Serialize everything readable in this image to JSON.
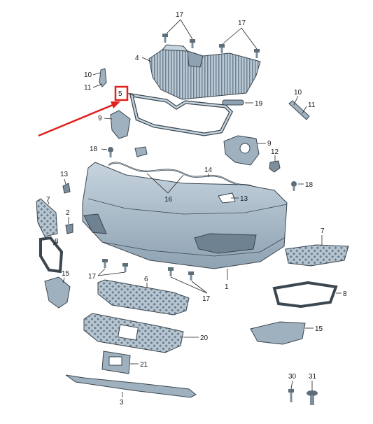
{
  "labels": {
    "l1": "1",
    "l2": "2",
    "l3": "3",
    "l4": "4",
    "l5": "5",
    "l6": "6",
    "l7a": "7",
    "l7b": "7",
    "l8a": "8",
    "l8b": "8",
    "l9a": "9",
    "l9b": "9",
    "l10a": "10",
    "l10b": "10",
    "l11a": "11",
    "l11b": "11",
    "l12": "12",
    "l13a": "13",
    "l13b": "13",
    "l14": "14",
    "l15a": "15",
    "l15b": "15",
    "l16": "16",
    "l17a": "17",
    "l17b": "17",
    "l17c": "17",
    "l17d": "17",
    "l18a": "18",
    "l18b": "18",
    "l19": "19",
    "l20": "20",
    "l21": "21",
    "l30": "30",
    "l31": "31"
  },
  "colors": {
    "part_fill": "#aebfcb",
    "part_dark": "#8398a8",
    "highlight_box": "#e0201c",
    "arrow": "#e0201c"
  }
}
